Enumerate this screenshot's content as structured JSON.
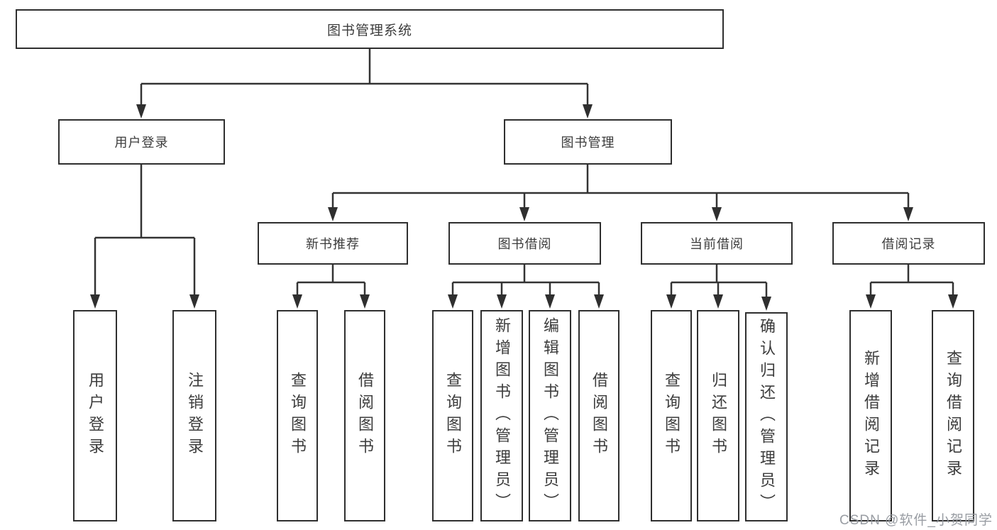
{
  "colors": {
    "line": "#333333",
    "box_border": "#2f2f2f",
    "text": "#3c3c3c",
    "watermark": "#94989e",
    "background": "#ffffff"
  },
  "watermark": {
    "text": "CSDN @软件_小贺同学"
  },
  "tree": {
    "root": {
      "label": "图书管理系统",
      "children": [
        {
          "label": "用户登录",
          "children": [
            {
              "label": "用户登录"
            },
            {
              "label": "注销登录"
            }
          ]
        },
        {
          "label": "图书管理",
          "children": [
            {
              "label": "新书推荐",
              "children": [
                {
                  "label": "查询图书"
                },
                {
                  "label": "借阅图书"
                }
              ]
            },
            {
              "label": "图书借阅",
              "children": [
                {
                  "label": "查询图书"
                },
                {
                  "label": "新增图书（管理员）"
                },
                {
                  "label": "编辑图书（管理员）"
                },
                {
                  "label": "借阅图书"
                }
              ]
            },
            {
              "label": "当前借阅",
              "children": [
                {
                  "label": "查询图书"
                },
                {
                  "label": "归还图书"
                },
                {
                  "label": "确认归还（管理员）"
                }
              ]
            },
            {
              "label": "借阅记录",
              "children": [
                {
                  "label": "新增借阅记录"
                },
                {
                  "label": "查询借阅记录"
                }
              ]
            }
          ]
        }
      ]
    }
  }
}
